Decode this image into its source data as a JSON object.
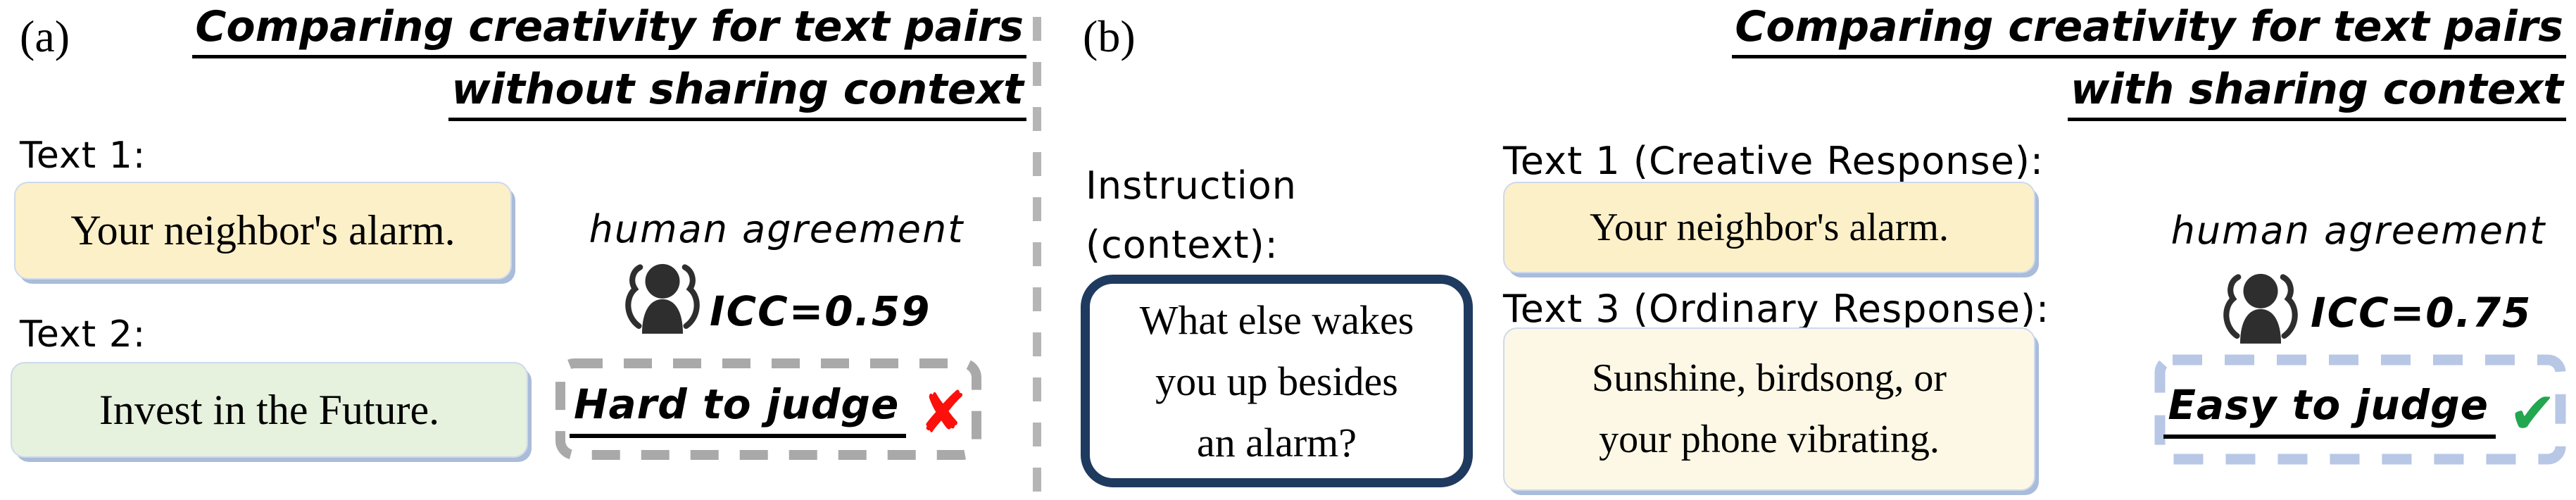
{
  "panel_a": {
    "label": "(a)",
    "title": {
      "line1": "Comparing creativity for text pairs",
      "line2_bold": "without",
      "line2_rest": " sharing context"
    },
    "text1_label": "Text 1:",
    "text1_value": "Your neighbor's alarm.",
    "text2_label": "Text 2:",
    "text2_value": "Invest in the Future.",
    "agreement_label": "human agreement",
    "icc_value": "ICC=0.59",
    "verdict_label": "Hard to judge",
    "verdict_mark": "✘"
  },
  "panel_b": {
    "label": "(b)",
    "title": {
      "line1": "Comparing creativity for text pairs",
      "line2_bold": "with",
      "line2_rest": " sharing context"
    },
    "instruction_label_lines": [
      "Instruction",
      "(context):"
    ],
    "instruction_box_lines": [
      "What else wakes",
      "you up besides",
      "an alarm?"
    ],
    "text1_label": "Text 1 (Creative Response):",
    "text1_value": "Your neighbor's alarm.",
    "text3_label": "Text 3 (Ordinary Response):",
    "text3_value_lines": [
      "Sunshine, birdsong, or",
      "your phone vibrating."
    ],
    "agreement_label": "human agreement",
    "icc_value": "ICC=0.75",
    "verdict_label": "Easy to judge",
    "verdict_mark": "✔"
  },
  "icons": {
    "people": "people-group-icon"
  },
  "colors": {
    "box_yellow": "#fcf0c8",
    "box_cream": "#fdf8e6",
    "box_green": "#e6f1de",
    "box_edge": "#a9bcd9",
    "navy": "#1f3a5f",
    "dash_gray": "#a9a9a9",
    "dash_blue": "#b7c7e5",
    "divider_gray": "#b5b5b5",
    "cross_red": "#fb100c",
    "check_green": "#22a750",
    "icon_dark": "#2e2e2e",
    "ink": "#000000"
  }
}
